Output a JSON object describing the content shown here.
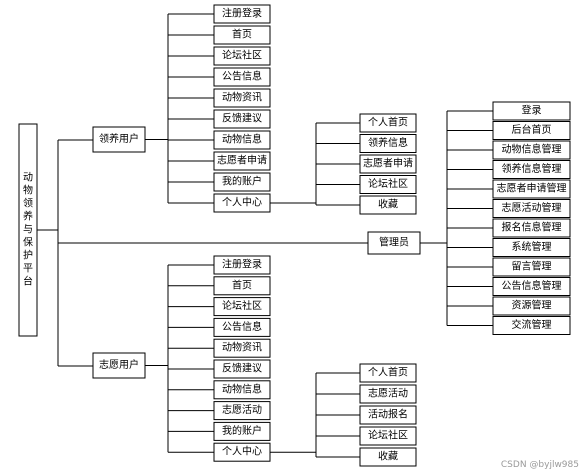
{
  "root": "动物领养与保护平台",
  "adopter": {
    "label": "领养用户",
    "items": [
      "注册登录",
      "首页",
      "论坛社区",
      "公告信息",
      "动物资讯",
      "反馈建议",
      "动物信息",
      "志愿者申请",
      "我的账户",
      "个人中心"
    ],
    "personal": [
      "个人首页",
      "领养信息",
      "志愿者申请",
      "论坛社区",
      "收藏"
    ]
  },
  "admin": {
    "label": "管理员",
    "items": [
      "登录",
      "后台首页",
      "动物信息管理",
      "领养信息管理",
      "志愿者申请管理",
      "志愿活动管理",
      "报名信息管理",
      "系统管理",
      "留言管理",
      "公告信息管理",
      "资源管理",
      "交流管理"
    ]
  },
  "volunteer": {
    "label": "志愿用户",
    "items": [
      "注册登录",
      "首页",
      "论坛社区",
      "公告信息",
      "动物资讯",
      "反馈建议",
      "动物信息",
      "志愿活动",
      "我的账户",
      "个人中心"
    ],
    "personal": [
      "个人首页",
      "志愿活动",
      "活动报名",
      "论坛社区",
      "收藏"
    ]
  },
  "watermark": "CSDN @byjlw985"
}
